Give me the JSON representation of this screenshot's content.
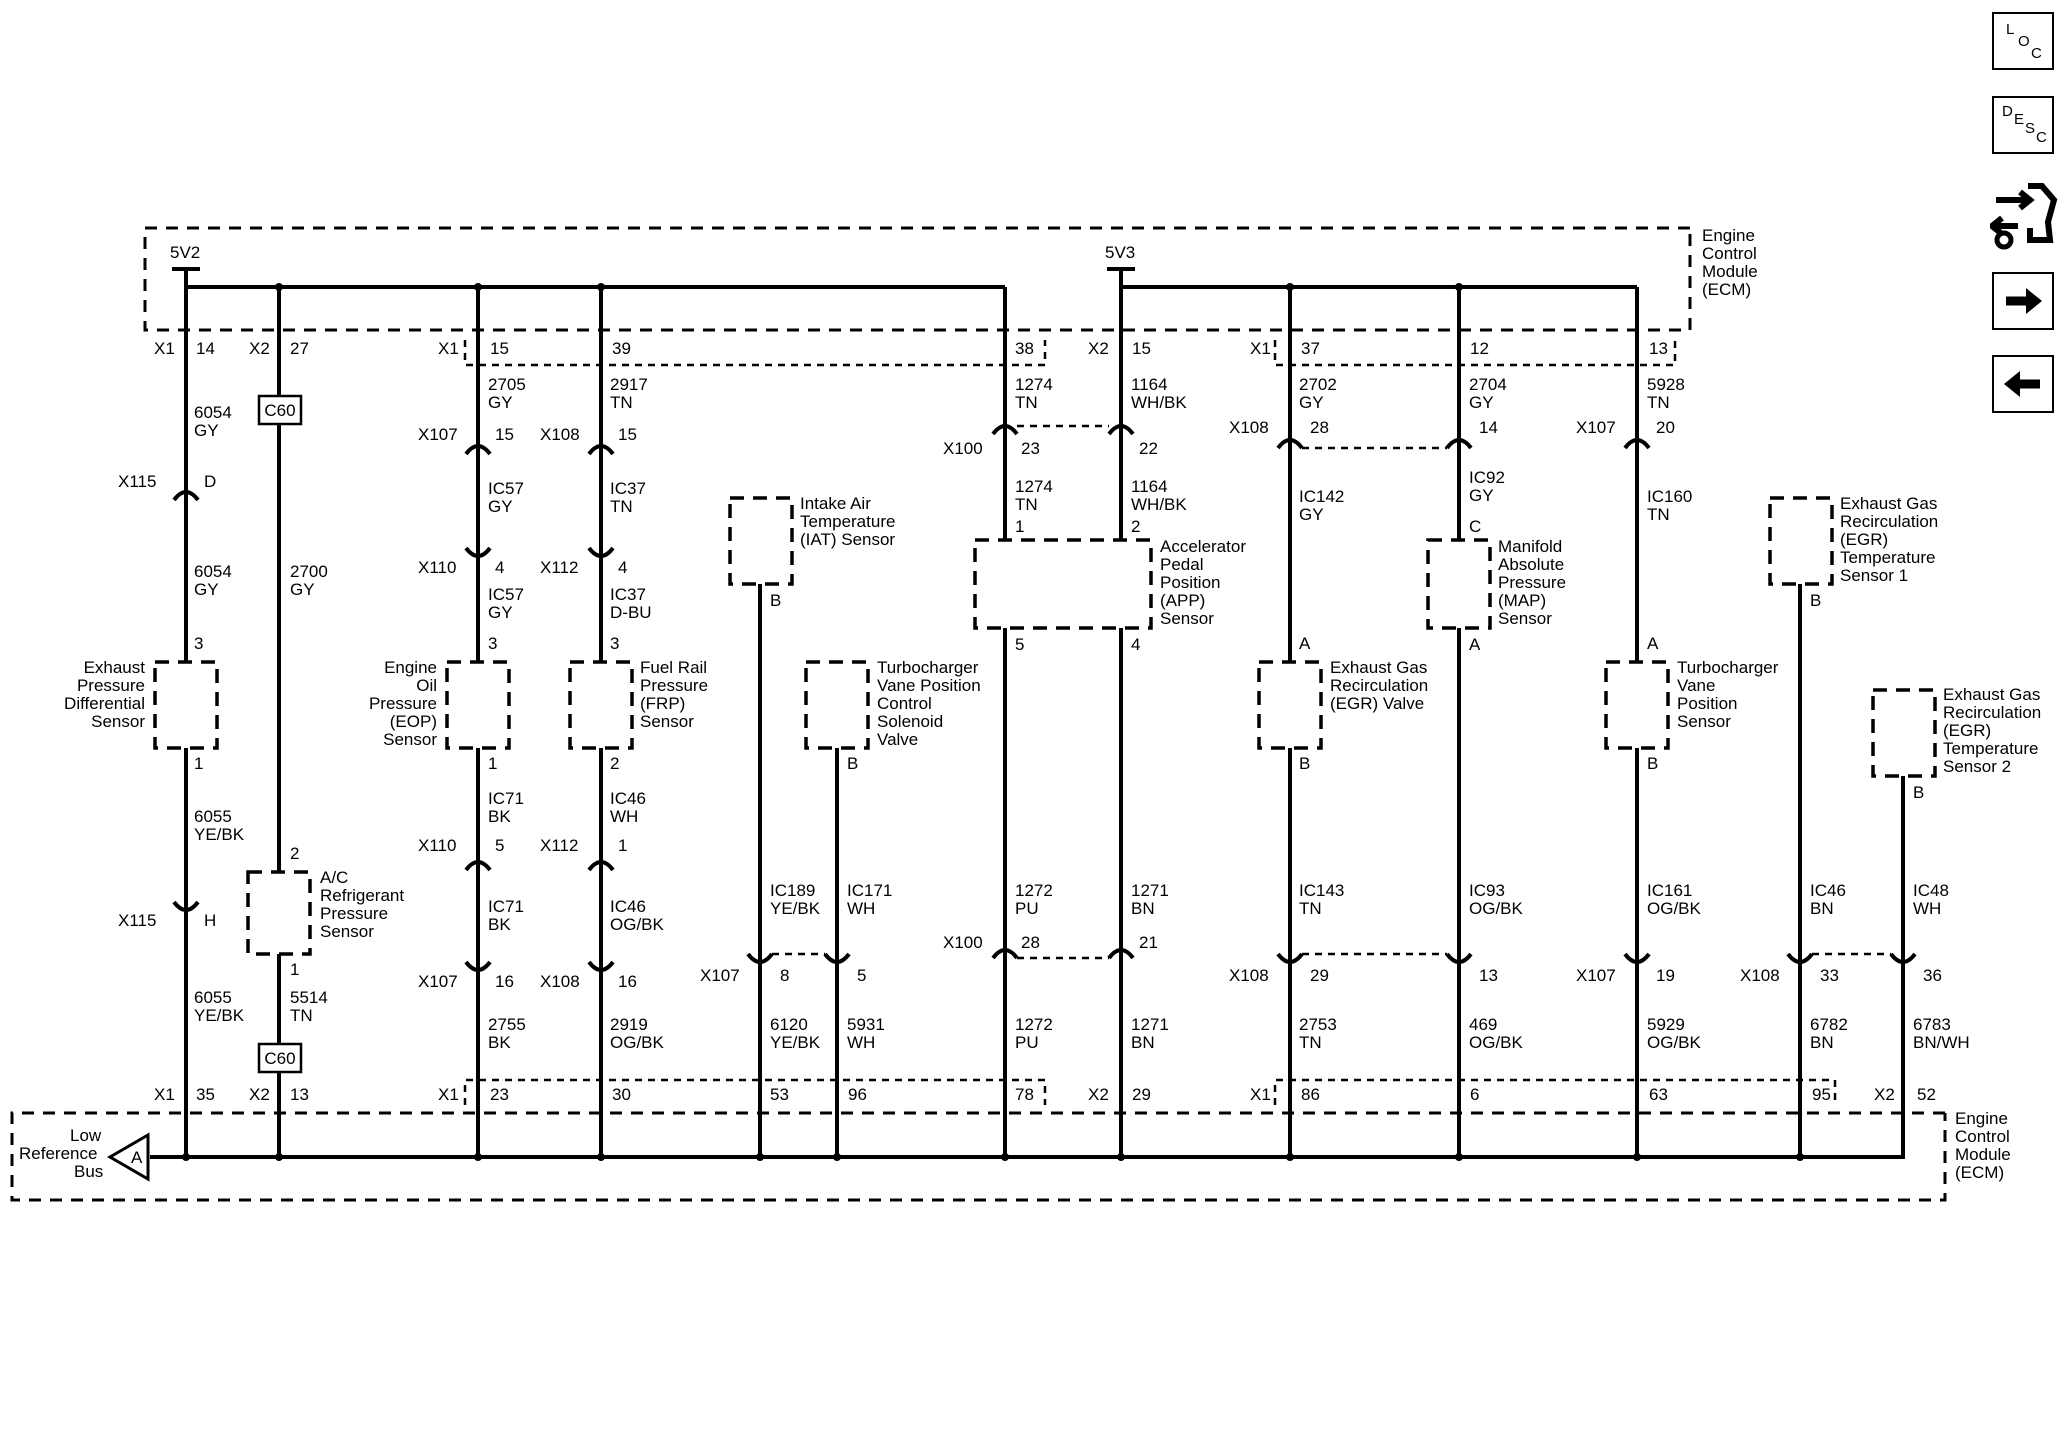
{
  "nav": {
    "loc": [
      "L",
      "O",
      "C"
    ],
    "desc": [
      "D",
      "E",
      "S",
      "C"
    ]
  },
  "ecm_top": {
    "label": [
      "Engine",
      "Control",
      "Module",
      "(ECM)"
    ],
    "v1": "5V2",
    "v2": "5V3"
  },
  "ecm_bottom": {
    "label": [
      "Engine",
      "Control",
      "Module",
      "(ECM)"
    ],
    "bus": [
      "Low",
      "Reference",
      "Bus"
    ],
    "bus_pin": "A"
  },
  "top_pins": {
    "x1a": "X1",
    "p14": "14",
    "x2a": "X2",
    "p27": "27",
    "x1b": "X1",
    "p15": "15",
    "p39": "39",
    "p38": "38",
    "x2b": "X2",
    "p15b": "15",
    "x1c": "X1",
    "p37": "37",
    "p12": "12",
    "p13": "13"
  },
  "bottom_pins": {
    "x1a": "X1",
    "p35": "35",
    "x2a": "X2",
    "p13": "13",
    "x1b": "X1",
    "p23": "23",
    "p30": "30",
    "p53": "53",
    "p96": "96",
    "p78": "78",
    "x2b": "X2",
    "p29": "29",
    "x1c": "X1",
    "p86": "86",
    "p6": "6",
    "p63": "63",
    "p95": "95",
    "x2c": "X2",
    "p52": "52"
  },
  "wires": {
    "a1": [
      "6054",
      "GY"
    ],
    "a2": [
      "6054",
      "GY"
    ],
    "a3": [
      "6055",
      "YE/BK"
    ],
    "a4": [
      "6055",
      "YE/BK"
    ],
    "b1": [
      "2700",
      "GY"
    ],
    "b2": [
      "5514",
      "TN"
    ],
    "c1": [
      "2705",
      "GY"
    ],
    "c2": [
      "IC57",
      "GY"
    ],
    "c3": [
      "IC57",
      "GY"
    ],
    "c4": [
      "IC71",
      "BK"
    ],
    "c5": [
      "IC71",
      "BK"
    ],
    "c6": [
      "2755",
      "BK"
    ],
    "d1": [
      "2917",
      "TN"
    ],
    "d2": [
      "IC37",
      "TN"
    ],
    "d3": [
      "IC37",
      "D-BU"
    ],
    "d4": [
      "IC46",
      "WH"
    ],
    "d5": [
      "IC46",
      "OG/BK"
    ],
    "d6": [
      "2919",
      "OG/BK"
    ],
    "e1": [
      "IC189",
      "YE/BK"
    ],
    "e2": [
      "6120",
      "YE/BK"
    ],
    "f1": [
      "IC171",
      "WH"
    ],
    "f2": [
      "5931",
      "WH"
    ],
    "g1": [
      "1274",
      "TN"
    ],
    "g2": [
      "1274",
      "TN"
    ],
    "g3": [
      "1272",
      "PU"
    ],
    "g4": [
      "1272",
      "PU"
    ],
    "h1": [
      "1164",
      "WH/BK"
    ],
    "h2": [
      "1164",
      "WH/BK"
    ],
    "h3": [
      "1271",
      "BN"
    ],
    "h4": [
      "1271",
      "BN"
    ],
    "i1": [
      "2702",
      "GY"
    ],
    "i2": [
      "IC142",
      "GY"
    ],
    "i3": [
      "IC143",
      "TN"
    ],
    "i4": [
      "2753",
      "TN"
    ],
    "j1": [
      "2704",
      "GY"
    ],
    "j2": [
      "IC92",
      "GY"
    ],
    "j3": [
      "IC93",
      "OG/BK"
    ],
    "j4": [
      "469",
      "OG/BK"
    ],
    "k1": [
      "5928",
      "TN"
    ],
    "k2": [
      "IC160",
      "TN"
    ],
    "k3": [
      "IC161",
      "OG/BK"
    ],
    "k4": [
      "5929",
      "OG/BK"
    ],
    "l1": [
      "IC46",
      "BN"
    ],
    "l2": [
      "6782",
      "BN"
    ],
    "m1": [
      "IC48",
      "WH"
    ],
    "m2": [
      "6783",
      "BN/WH"
    ]
  },
  "connectors": {
    "x115a": {
      "id": "X115",
      "pin": "D"
    },
    "x115b": {
      "id": "X115",
      "pin": "H"
    },
    "c60a": "C60",
    "c60b": "C60",
    "x107a": {
      "id": "X107",
      "pin": "15"
    },
    "x108a": {
      "id": "X108",
      "pin": "15"
    },
    "x110a": {
      "id": "X110",
      "pin": "4"
    },
    "x112a": {
      "id": "X112",
      "pin": "4"
    },
    "x110b": {
      "id": "X110",
      "pin": "5"
    },
    "x112b": {
      "id": "X112",
      "pin": "1"
    },
    "x107b": {
      "id": "X107",
      "pin": "16"
    },
    "x108b": {
      "id": "X108",
      "pin": "16"
    },
    "x100a": {
      "id": "X100",
      "pin1": "23",
      "pin2": "22"
    },
    "x100b": {
      "id": "X100",
      "pin1": "28",
      "pin2": "21"
    },
    "x107c": {
      "id": "X107",
      "pin1": "8",
      "pin2": "5"
    },
    "x108c": {
      "id": "X108",
      "pin1": "28",
      "pin2": "14"
    },
    "x107d": {
      "id": "X107",
      "pin": "20"
    },
    "x108d": {
      "id": "X108",
      "pin1": "29",
      "pin2": "13"
    },
    "x107e": {
      "id": "X107",
      "pin": "19"
    },
    "x108e": {
      "id": "X108",
      "pin1": "33",
      "pin2": "36"
    }
  },
  "components": {
    "epd": {
      "label": [
        "Exhaust",
        "Pressure",
        "Differential",
        "Sensor"
      ],
      "p1": "3",
      "p2": "1"
    },
    "acr": {
      "label": [
        "A/C",
        "Refrigerant",
        "Pressure",
        "Sensor"
      ],
      "p1": "2",
      "p2": "1"
    },
    "eop": {
      "label": [
        "Engine",
        "Oil",
        "Pressure",
        "(EOP)",
        "Sensor"
      ],
      "p1": "3",
      "p2": "1"
    },
    "frp": {
      "label": [
        "Fuel Rail",
        "Pressure",
        "(FRP)",
        "Sensor"
      ],
      "p1": "3",
      "p2": "2"
    },
    "iat": {
      "label": [
        "Intake Air",
        "Temperature",
        "(IAT) Sensor"
      ],
      "p1": "B"
    },
    "tvs": {
      "label": [
        "Turbocharger",
        "Vane Position",
        "Control",
        "Solenoid",
        "Valve"
      ],
      "p1": "B"
    },
    "app": {
      "label": [
        "Accelerator",
        "Pedal",
        "Position",
        "(APP)",
        "Sensor"
      ],
      "p1": "1",
      "p2": "2",
      "p3": "5",
      "p4": "4"
    },
    "egrv": {
      "label": [
        "Exhaust Gas",
        "Recirculation",
        "(EGR) Valve"
      ],
      "p1": "A",
      "p2": "B"
    },
    "map": {
      "label": [
        "Manifold",
        "Absolute",
        "Pressure",
        "(MAP)",
        "Sensor"
      ],
      "p1": "C",
      "p2": "A"
    },
    "tvp": {
      "label": [
        "Turbocharger",
        "Vane",
        "Position",
        "Sensor"
      ],
      "p1": "A",
      "p2": "B"
    },
    "egrt1": {
      "label": [
        "Exhaust Gas",
        "Recirculation",
        "(EGR)",
        "Temperature",
        "Sensor 1"
      ],
      "p1": "B"
    },
    "egrt2": {
      "label": [
        "Exhaust Gas",
        "Recirculation",
        "(EGR)",
        "Temperature",
        "Sensor 2"
      ],
      "p1": "B"
    }
  }
}
